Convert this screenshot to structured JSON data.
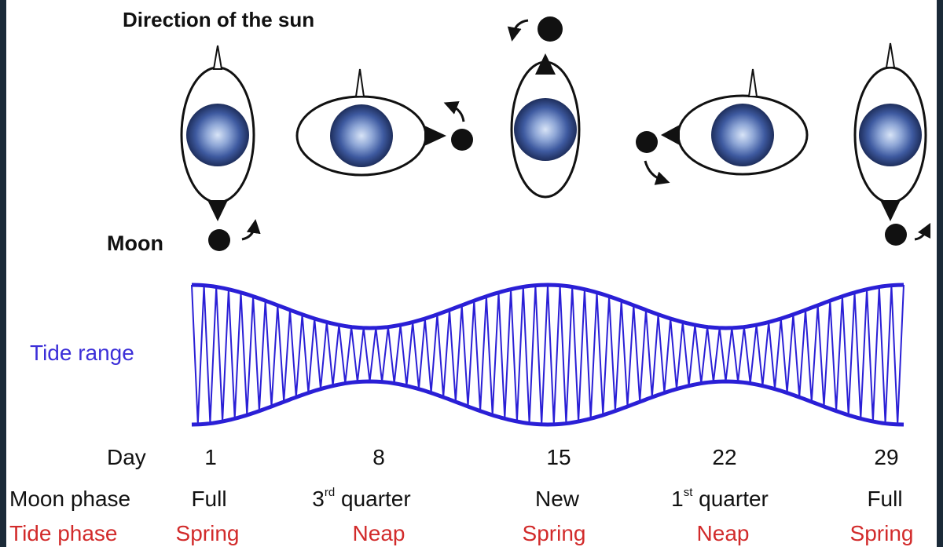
{
  "top_labels": {
    "sun_direction": "Direction of the sun",
    "moon": "Moon"
  },
  "curve_label": "Tide range",
  "rows": {
    "day_label": "Day",
    "moon_phase_label": "Moon phase",
    "tide_phase_label": "Tide phase"
  },
  "columns": [
    {
      "day": "1",
      "moon_phase": "Full",
      "moon_sup": "",
      "moon_rest": "",
      "tide_phase": "Spring"
    },
    {
      "day": "8",
      "moon_phase": "3",
      "moon_sup": "rd",
      "moon_rest": " quarter",
      "tide_phase": "Neap"
    },
    {
      "day": "15",
      "moon_phase": "New",
      "moon_sup": "",
      "moon_rest": "",
      "tide_phase": "Spring"
    },
    {
      "day": "22",
      "moon_phase": "1",
      "moon_sup": "st",
      "moon_rest": " quarter",
      "tide_phase": "Neap"
    },
    {
      "day": "29",
      "moon_phase": "Full",
      "moon_sup": "",
      "moon_rest": "",
      "tide_phase": "Spring"
    }
  ],
  "colors": {
    "tide_curve": "#2a1fd6",
    "tide_phase_text": "#d22b2b",
    "tide_range_text": "#3c2fd8",
    "background_frame": "#1b2a38"
  }
}
